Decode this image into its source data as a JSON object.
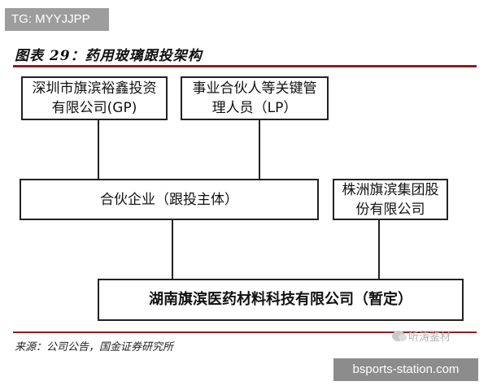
{
  "overlay_tag": "TG: MYYJJPP",
  "figure": {
    "title": "图表 29：药用玻璃跟投架构",
    "source": "来源：公司公告，国金证券研究所"
  },
  "nodes": {
    "gp": "深圳市旗滨裕鑫投资有限公司(GP)",
    "lp": "事业合伙人等关键管理人员（LP）",
    "partnership": "合伙企业（跟投主体）",
    "zhuzhou": "株洲旗滨集团股份有限公司",
    "hunan": "湖南旗滨医药材料科技有限公司（暂定）"
  },
  "watermark": "听涛鉴材",
  "site_badge": "bsports-station.com"
}
